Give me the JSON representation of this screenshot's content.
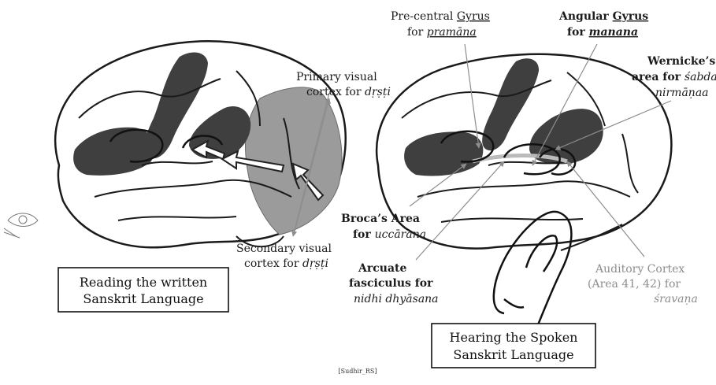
{
  "left_figure": {
    "primary_visual": [
      "Primary visual",
      "cortex for ",
      "dṛṣṭi"
    ],
    "secondary_visual": [
      "Secondary visual",
      "cortex for ",
      "dṛṣṭi"
    ],
    "caption": [
      "Reading the written",
      "Sanskrit Language"
    ]
  },
  "right_figure": {
    "precentral": [
      "Pre-central ",
      "Gyrus",
      "for ",
      "pramāna"
    ],
    "angular": [
      "Angular ",
      "Gyrus",
      "for ",
      "manana"
    ],
    "wernicke": [
      "Wernicke’s",
      "area for ",
      "śabda",
      "nirmāṇaa"
    ],
    "broca": [
      "Broca’s Area",
      "for ",
      "uccārana"
    ],
    "arcuate": [
      "Arcuate",
      "fasciculus for",
      "nidhi dhyāsana"
    ],
    "auditory": [
      "Auditory Cortex",
      "(Area 41, 42) for",
      "śravaṇa"
    ],
    "caption": [
      "Hearing the Spoken",
      "Sanskrit Language"
    ]
  },
  "credit": "[Sudhir_RS]",
  "colors": {
    "dark_region": "#3f3f3f",
    "visual_region": "#9b9b9b",
    "outline": "#1a1a1a",
    "gray_label": "#8d8d8d"
  }
}
